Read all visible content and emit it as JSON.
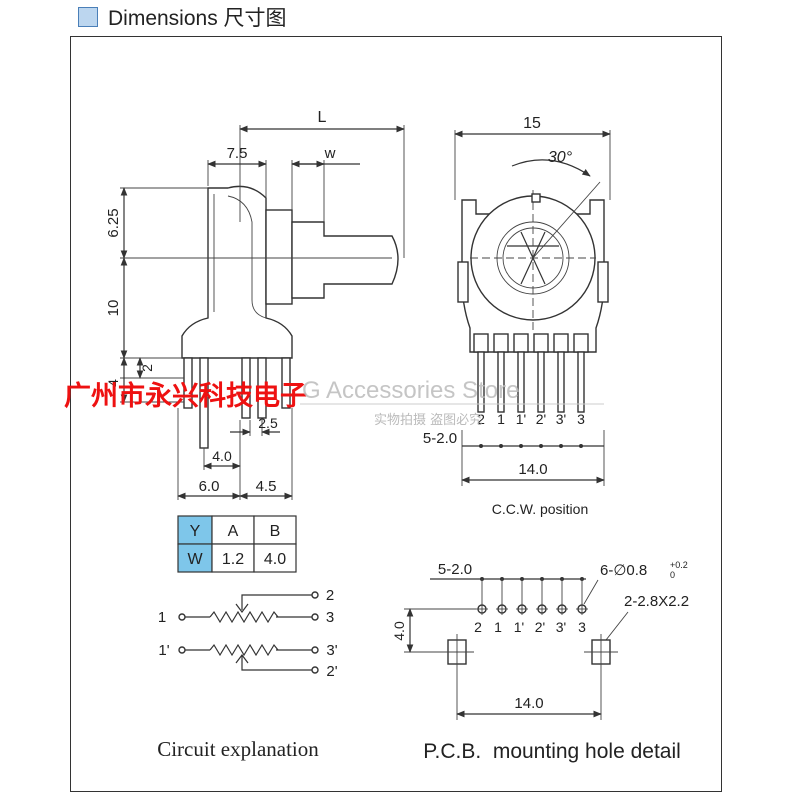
{
  "header": {
    "title": "Dimensions 尺寸图"
  },
  "side_view": {
    "dim_L": "L",
    "dim_7_5": "7.5",
    "dim_w": "w",
    "dim_6_25": "6.25",
    "dim_10": "10",
    "dim_2": "2",
    "dim_4": "4",
    "dim_2_5": "2.5",
    "dim_4_0": "4.0",
    "dim_6_0": "6.0",
    "dim_4_5": "4.5"
  },
  "front_view": {
    "dim_15": "15",
    "angle": "30°",
    "pin_labels": [
      "2",
      "1",
      "1'",
      "2'",
      "3'",
      "3"
    ],
    "dim_pitch": "5-2.0",
    "dim_14_0": "14.0",
    "caption": "C.C.W. position"
  },
  "table": {
    "headers": [
      "Y",
      "A",
      "B"
    ],
    "row": [
      "W",
      "1.2",
      "4.0"
    ]
  },
  "circuit": {
    "labels": [
      "1",
      "2",
      "3",
      "1'",
      "3'",
      "2'"
    ],
    "caption": "Circuit explanation"
  },
  "pcb": {
    "dim_pitch": "5-2.0",
    "dim_holes": "6-∅0.8",
    "tol_upper": "+0.2",
    "tol_lower": "0",
    "dim_slots": "2-2.8X2.2",
    "pin_labels": [
      "2",
      "1",
      "1'",
      "2'",
      "3'",
      "3"
    ],
    "dim_4_0": "4.0",
    "dim_14_0": "14.0",
    "caption": "P.C.B.  mounting hole detail"
  },
  "watermark": {
    "cn_text": "广州市永兴科技电子",
    "en_text": "G Accessories Store",
    "sub_text": "实物拍摄 盗图必究"
  }
}
